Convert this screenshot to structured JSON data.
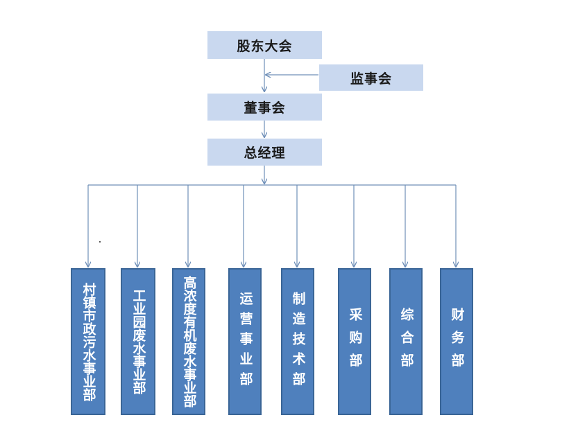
{
  "org_chart": {
    "shareholders": "股东大会",
    "supervisory_board": "监事会",
    "board_of_directors": "董事会",
    "general_manager": "总经理",
    "departments": [
      "村镇市政污水事业部",
      "工业园废水事业部",
      "高浓度有机废水事业部",
      "运营事业部",
      "制造技术部",
      "采购部",
      "综合部",
      "财务部"
    ]
  },
  "colors": {
    "top_box_fill": "#c9d8ef",
    "dept_box_fill": "#4f80bd",
    "dept_box_border": "#3a6596",
    "connector": "#6f8fb8"
  }
}
